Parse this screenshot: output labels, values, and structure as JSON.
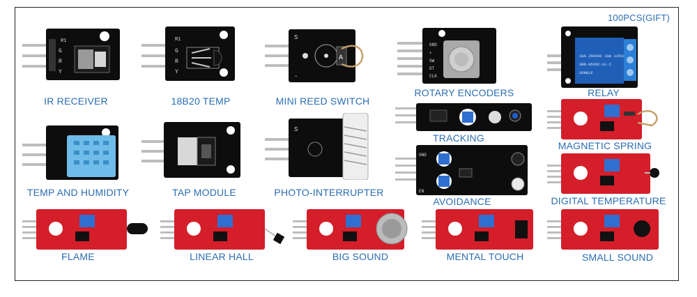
{
  "gift_note": "100PCS(GIFT)",
  "modules": [
    {
      "id": "ir-receiver",
      "label": "IR RECEIVER"
    },
    {
      "id": "18b20-temp",
      "label": "18B20 TEMP"
    },
    {
      "id": "mini-reed-switch",
      "label": "MINI REED SWITCH"
    },
    {
      "id": "rotary-encoders",
      "label": "ROTARY ENCODERS"
    },
    {
      "id": "relay",
      "label": "RELAY"
    },
    {
      "id": "tracking",
      "label": "TRACKING"
    },
    {
      "id": "magnetic-spring",
      "label": "MAGNETIC SPRING"
    },
    {
      "id": "temp-and-humidity",
      "label": "TEMP AND HUMIDITY"
    },
    {
      "id": "tap-module",
      "label": "TAP MODULE"
    },
    {
      "id": "photo-interrupter",
      "label": "PHOTO-INTERRUPTER"
    },
    {
      "id": "avoidance",
      "label": "AVOIDANCE"
    },
    {
      "id": "digital-temperature",
      "label": "DIGITAL TEMPERATURE"
    },
    {
      "id": "flame",
      "label": "FLAME"
    },
    {
      "id": "linear-hall",
      "label": "LINEAR HALL"
    },
    {
      "id": "big-sound",
      "label": "BIG SOUND"
    },
    {
      "id": "mental-touch",
      "label": "MENTAL TOUCH"
    },
    {
      "id": "small-sound",
      "label": "SMALL SOUND"
    }
  ],
  "colors": {
    "label": "#2a6db3",
    "black_board": "#0d0d0d",
    "red_board": "#d41e2a",
    "pin": "#b9b9b9",
    "frame": "#222222"
  },
  "relay_text": [
    "10A 250VAC 10A 125VAC",
    "SRD-05VDC-SL-C",
    "SONGLE"
  ]
}
